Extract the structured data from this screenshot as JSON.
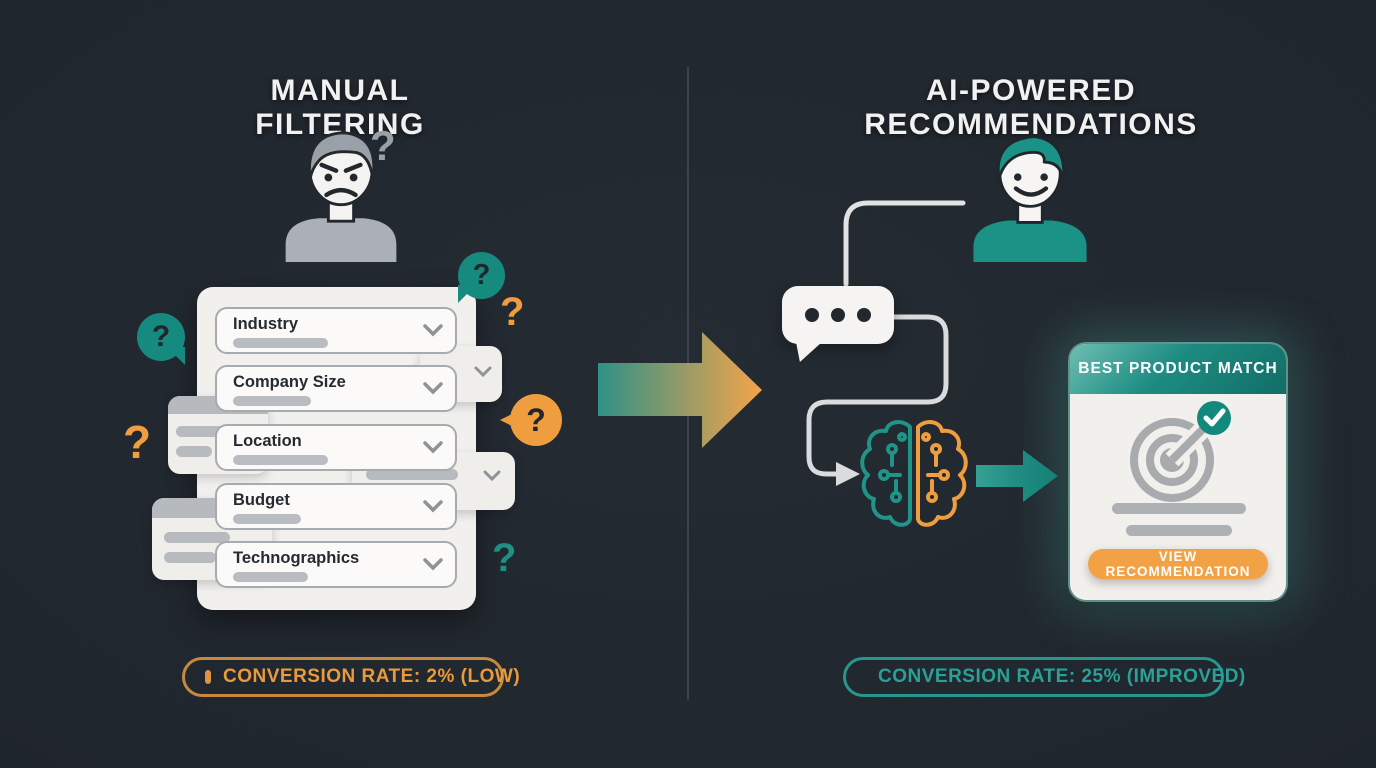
{
  "left": {
    "title": "MANUAL FILTERING",
    "filters": [
      {
        "label": "Industry"
      },
      {
        "label": "Company Size"
      },
      {
        "label": "Location"
      },
      {
        "label": "Budget"
      },
      {
        "label": "Technographics"
      }
    ],
    "badge_label": "CONVERSION RATE: 2% (LOW)"
  },
  "right": {
    "title": "AI-POWERED RECOMMENDATIONS",
    "card": {
      "header": "BEST PRODUCT MATCH",
      "button_label": "VIEW RECOMMENDATION"
    },
    "badge_label": "CONVERSION RATE: 25% (IMPROVED)"
  },
  "icons": {
    "question_mark": "?",
    "chevron_down": "⌄",
    "trend_up": "↗",
    "checkmark": "✓"
  },
  "colors": {
    "background": "#20262d",
    "teal": "#1b9185",
    "orange": "#f09d3f",
    "panel_white": "#f2f0ed",
    "gray": "#9aa0a7",
    "text_light": "#f1f1f1",
    "text_dark": "#23282e",
    "badge_orange_text": "#e89a3c",
    "badge_teal_text": "#2aa096"
  }
}
